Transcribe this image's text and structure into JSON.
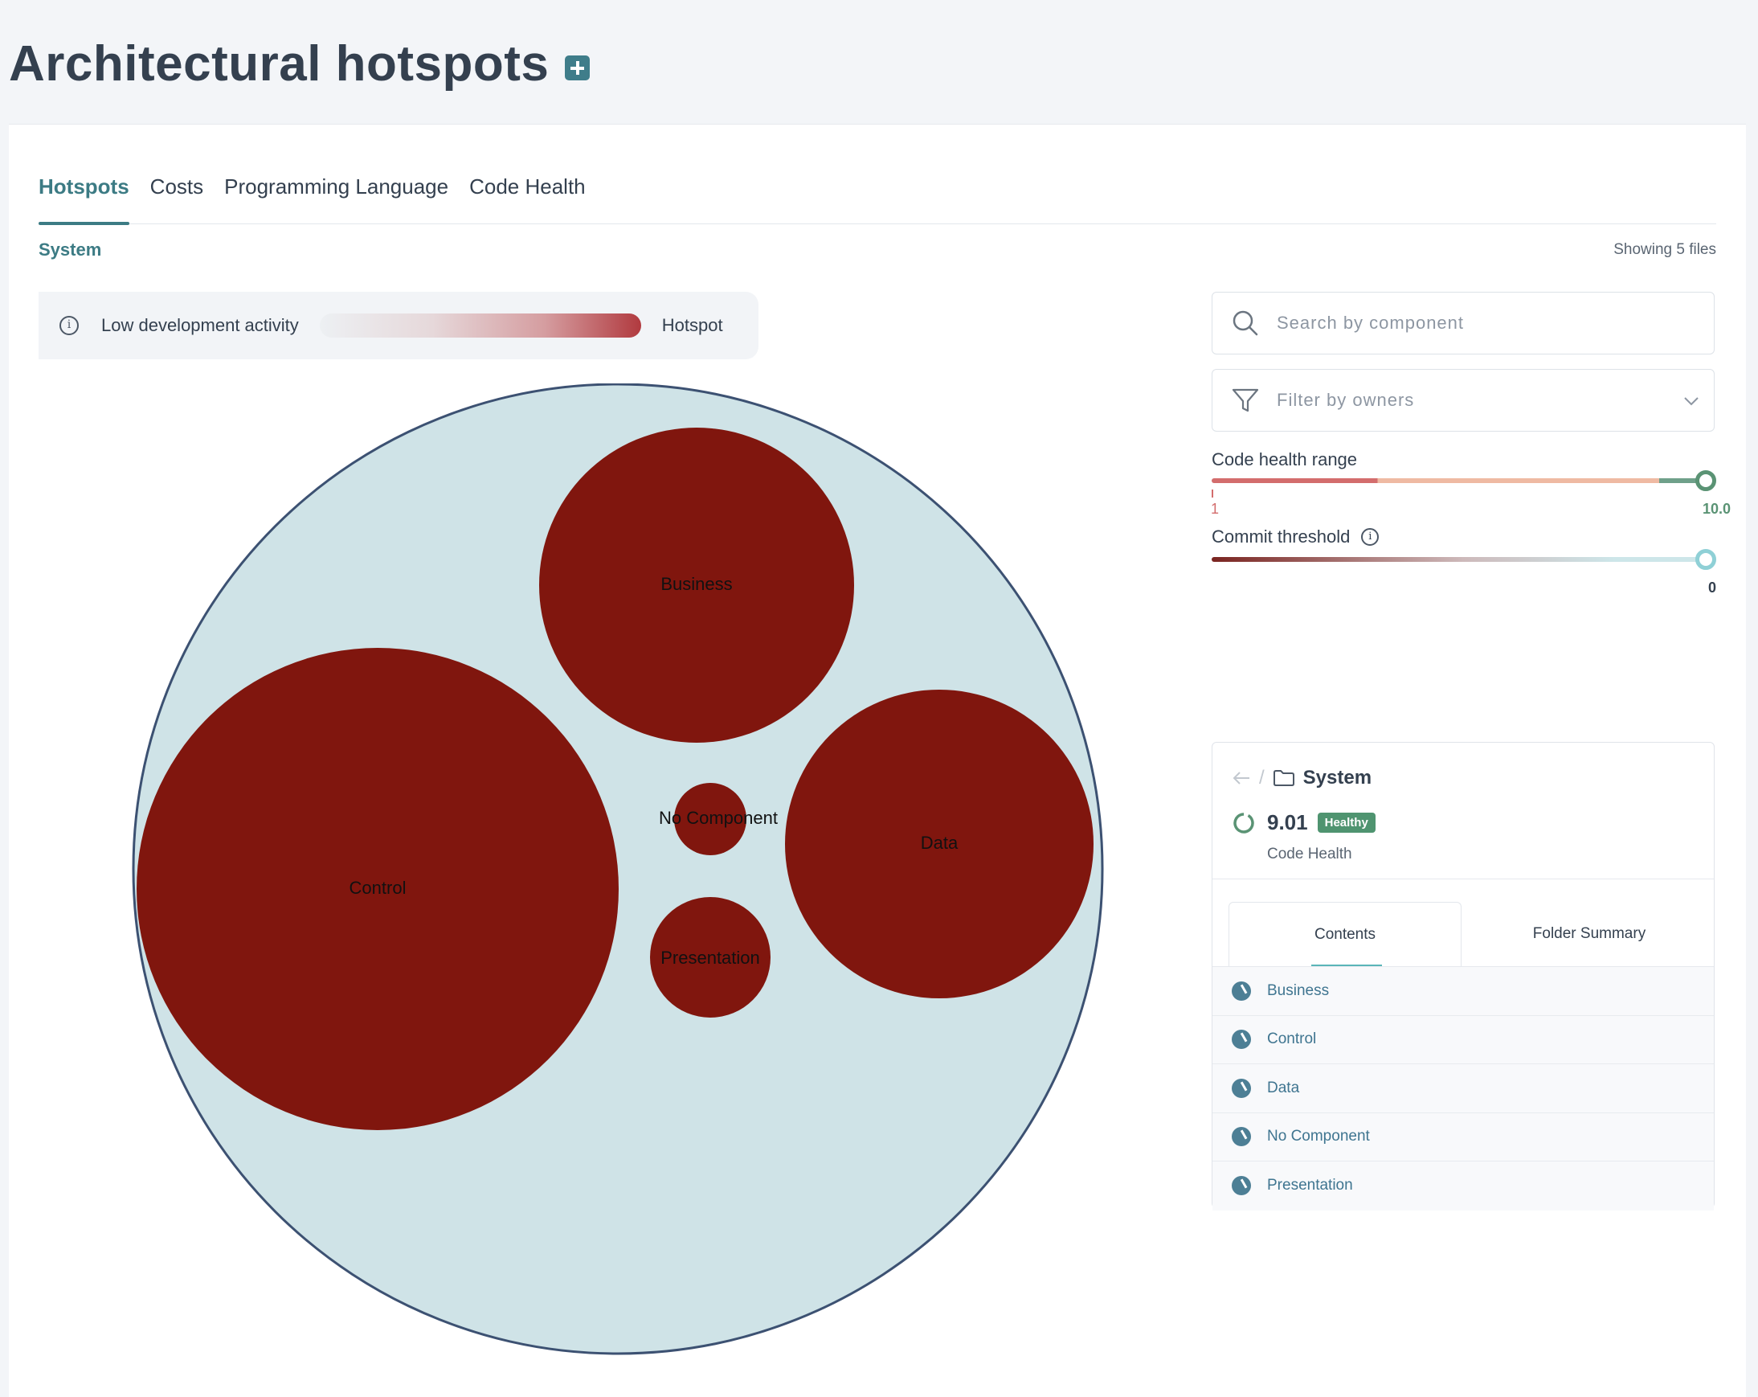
{
  "title": "Architectural hotspots",
  "tabs": [
    {
      "label": "Hotspots"
    },
    {
      "label": "Costs"
    },
    {
      "label": "Programming Language"
    },
    {
      "label": "Code Health"
    }
  ],
  "breadcrumb": "System",
  "file_count": "Showing 5 files",
  "legend": {
    "low": "Low development activity",
    "high": "Hotspot"
  },
  "search": {
    "placeholder": "Search by component"
  },
  "filter": {
    "placeholder": "Filter by owners"
  },
  "code_health_range": {
    "label": "Code health range",
    "min_label": "1",
    "max_label": "10.0",
    "value": 10.0
  },
  "commit_threshold": {
    "label": "Commit threshold",
    "value_label": "0"
  },
  "folder": {
    "name": "System",
    "score": "9.01",
    "badge": "Healthy",
    "score_label": "Code Health",
    "tabs": [
      "Contents",
      "Folder Summary"
    ],
    "items": [
      "Business",
      "Control",
      "Data",
      "No Component",
      "Presentation"
    ]
  },
  "colors": {
    "hotspot": "#80160e",
    "container": "#cfe3e7",
    "container_stroke": "#3c5172",
    "accent": "#3c7b84",
    "healthy": "#4f9470"
  },
  "pack": {
    "root": "System",
    "components": [
      "Business",
      "Control",
      "Data",
      "No Component",
      "Presentation"
    ]
  }
}
